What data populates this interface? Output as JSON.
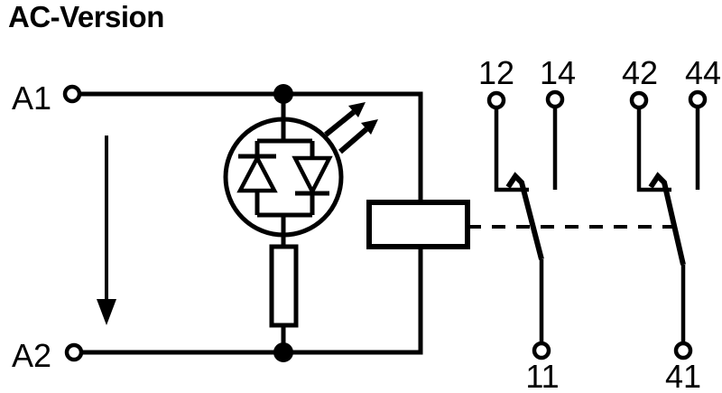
{
  "title": "AC-Version",
  "terminals": {
    "a1": "A1",
    "a2": "A2",
    "c12": "12",
    "c14": "14",
    "c42": "42",
    "c44": "44",
    "c11": "11",
    "c41": "41"
  },
  "components": {
    "led": "ac-led-indicator-antiparallel-diodes",
    "resistor": "series-resistor",
    "coil": "relay-coil",
    "link": "mechanical-link-dashed",
    "contact_left": "changeover-contact-11-12-14",
    "contact_right": "changeover-contact-41-42-44",
    "flow_arrow": "current-direction-arrow",
    "emission_arrows": "light-emission-arrows"
  },
  "colors": {
    "line": "#000000",
    "background": "#ffffff"
  }
}
